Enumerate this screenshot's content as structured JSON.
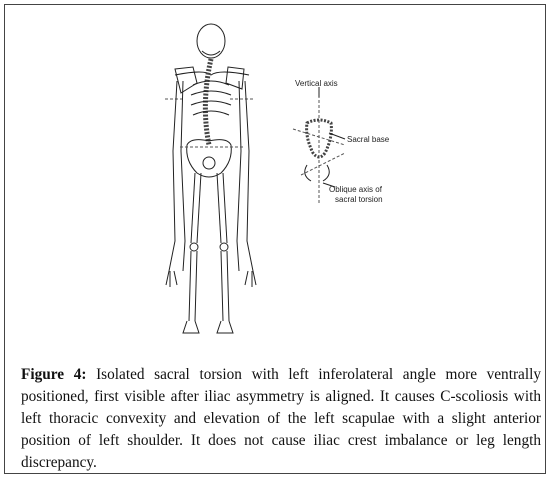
{
  "figure": {
    "callouts": {
      "vertical_axis": "Vertical axis",
      "sacral_base": "Sacral base",
      "oblique_axis_line1": "Oblique axis of",
      "oblique_axis_line2": "sacral torsion"
    },
    "caption_label": "Figure 4:",
    "caption_text": "Isolated sacral torsion with left inferolateral angle more ventrally positioned, first visible after iliac asymmetry is aligned. It causes C-scoliosis with left thoracic convexity and elevation of the left scapulae with a slight anterior position of left shoulder. It does not cause iliac crest imbalance or leg length discrepancy."
  },
  "colors": {
    "line": "#222222",
    "dashed": "#555555",
    "frame": "#444444"
  },
  "icons": [
    "skeleton-illustration",
    "sacrum-illustration"
  ]
}
